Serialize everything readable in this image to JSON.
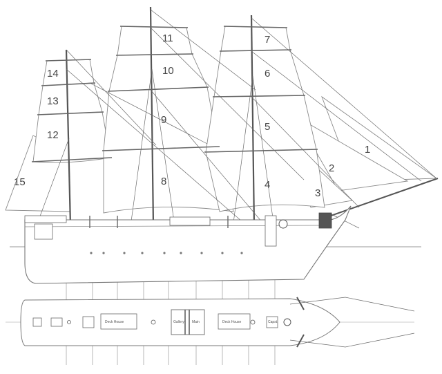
{
  "sail_numbers": [
    "1",
    "2",
    "3",
    "4",
    "5",
    "6",
    "7",
    "8",
    "9",
    "10",
    "11",
    "12",
    "13",
    "14",
    "15"
  ],
  "deck_labels": {
    "house_aft": "Deck House",
    "hatch_left": "Gallery",
    "hatch_right": "Main",
    "house_fwd": "Deck House",
    "fwd_small": "Capst."
  },
  "colors": {
    "line": "#777777",
    "label": "#444444",
    "background": "#ffffff"
  }
}
